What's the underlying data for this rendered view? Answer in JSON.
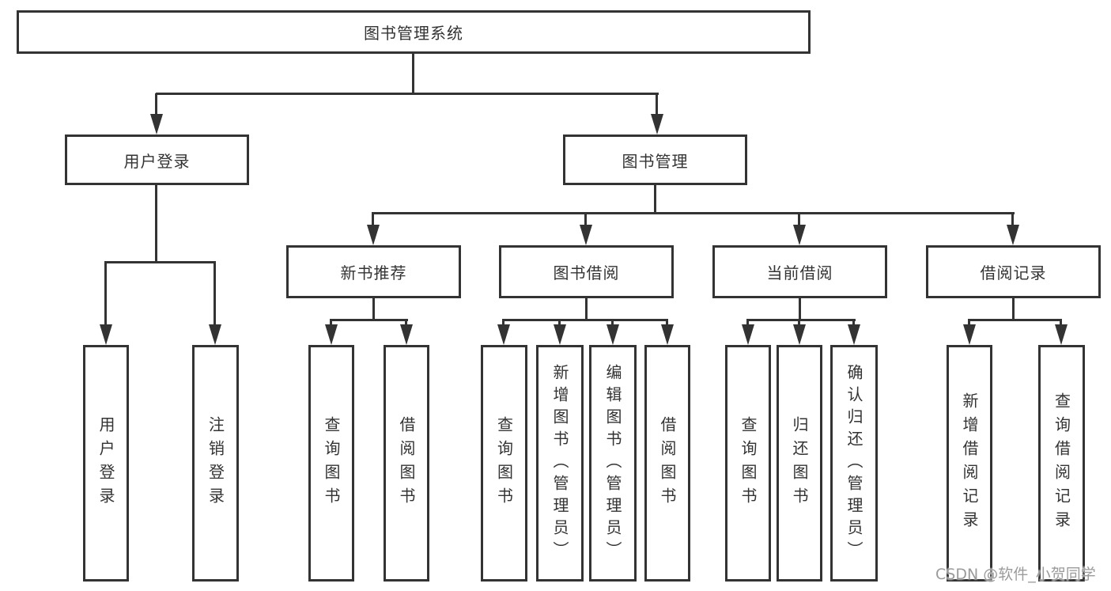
{
  "colors": {
    "stroke": "#333333",
    "text": "#333333",
    "watermark": "#9b9b9b",
    "background": "#ffffff"
  },
  "tree": {
    "label": "图书管理系统",
    "children": [
      {
        "label": "用户登录",
        "children": [
          {
            "label": "用户登录"
          },
          {
            "label": "注销登录"
          }
        ]
      },
      {
        "label": "图书管理",
        "children": [
          {
            "label": "新书推荐",
            "children": [
              {
                "label": "查询图书"
              },
              {
                "label": "借阅图书"
              }
            ]
          },
          {
            "label": "图书借阅",
            "children": [
              {
                "label": "查询图书"
              },
              {
                "label": "新增图书（管理员）"
              },
              {
                "label": "编辑图书（管理员）"
              },
              {
                "label": "借阅图书"
              }
            ]
          },
          {
            "label": "当前借阅",
            "children": [
              {
                "label": "查询图书"
              },
              {
                "label": "归还图书"
              },
              {
                "label": "确认归还（管理员）"
              }
            ]
          },
          {
            "label": "借阅记录",
            "children": [
              {
                "label": "新增借阅记录"
              },
              {
                "label": "查询借阅记录"
              }
            ]
          }
        ]
      }
    ]
  },
  "watermark": {
    "text": "CSDN @软件_小贺同学"
  }
}
